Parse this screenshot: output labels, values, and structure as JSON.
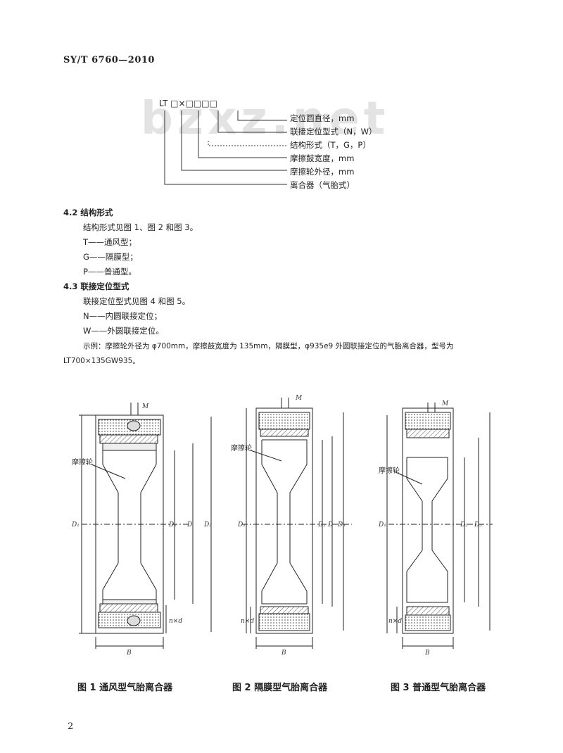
{
  "header": {
    "standard_no": "SY/T 6760—2010"
  },
  "watermark": "bzxz.net",
  "model_code": {
    "prefix": "LT □×□□□□",
    "legend": [
      "定位圆直径，mm",
      "联接定位型式（N，W）",
      "结构形式（T，G，P）",
      "摩擦鼓宽度，mm",
      "摩擦轮外径，mm",
      "离合器（气胎式）"
    ]
  },
  "section_4_2": {
    "heading": "4.2   结构形式",
    "lines": [
      "结构形式见图 1、图 2 和图 3。",
      "T——通风型；",
      "G——隔膜型；",
      "P——普通型。"
    ]
  },
  "section_4_3": {
    "heading": "4.3   联接定位型式",
    "lines": [
      "联接定位型式见图 4 和图 5。",
      "N——内圆联接定位；",
      "W——外圆联接定位。",
      "示例：摩擦轮外径为 φ700mm，摩擦鼓宽度为 135mm，隔膜型，φ935e9 外圆联接定位的气胎离合器，型号为",
      "LT700×135GW935。"
    ]
  },
  "figures": {
    "fig1": {
      "caption": "图 1    通风型气胎离合器",
      "friction_label": "摩擦轮",
      "dims": [
        "M",
        "D₁",
        "D₂",
        "D",
        "D₃",
        "B",
        "n×d"
      ]
    },
    "fig2": {
      "caption": "图 2    隔膜型气胎离合器",
      "friction_label": "摩擦轮",
      "dims": [
        "M",
        "D₁",
        "D₂",
        "D",
        "D₃",
        "B",
        "n×d"
      ]
    },
    "fig3": {
      "caption": "图 3    普通型气胎离合器",
      "friction_label": "摩擦轮",
      "dims": [
        "M",
        "D₁",
        "D₂",
        "D₃",
        "B",
        "n×d"
      ]
    }
  },
  "page_number": "2"
}
